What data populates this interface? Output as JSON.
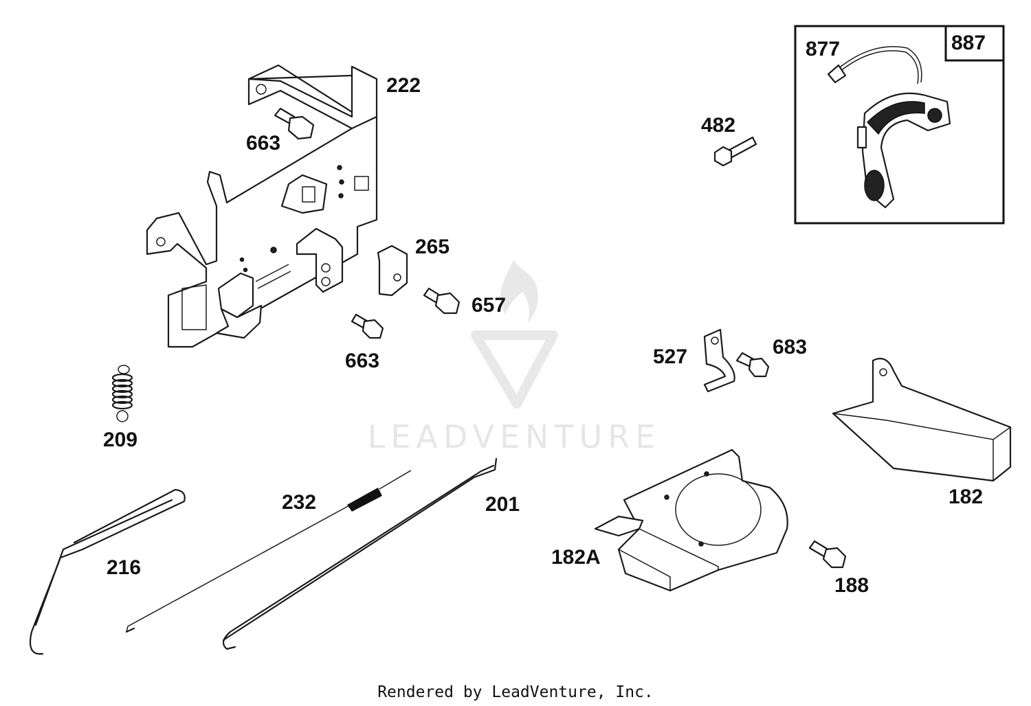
{
  "labels": {
    "p222": "222",
    "p663a": "663",
    "p265": "265",
    "p657": "657",
    "p663b": "663",
    "p209": "209",
    "p232": "232",
    "p201": "201",
    "p216": "216",
    "p482": "482",
    "p877": "877",
    "p887": "887",
    "p527": "527",
    "p683": "683",
    "p182": "182",
    "p182A": "182A",
    "p188": "188"
  },
  "watermark": "LEADVENTURE",
  "footer": "Rendered by LeadVenture, Inc.",
  "colors": {
    "line": "#1a1a1a",
    "watermark": "#e6e6e6"
  }
}
